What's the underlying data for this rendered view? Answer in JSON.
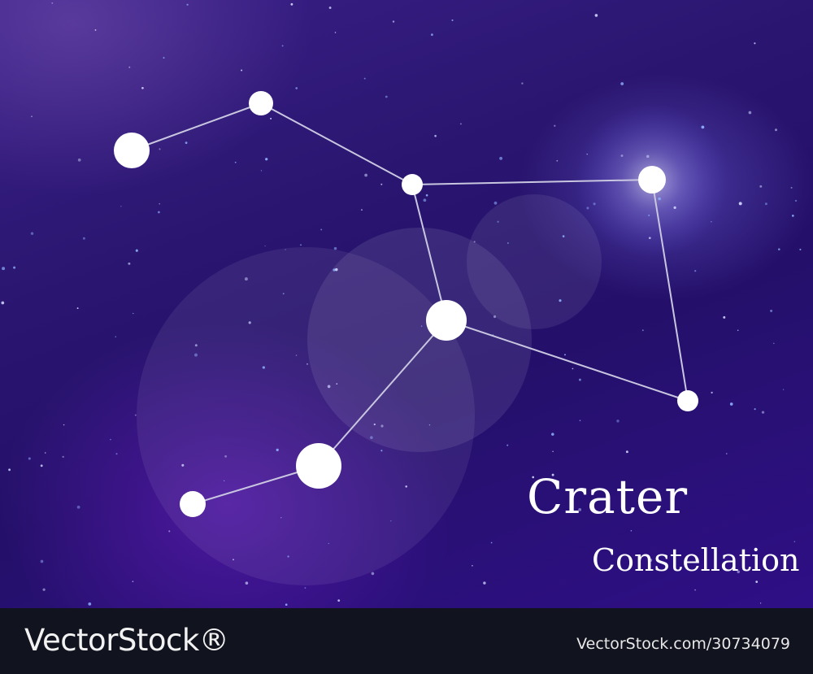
{
  "scene": {
    "title": "Crater",
    "subtitle": "Constellation",
    "line_color": "#c9c6e0",
    "star_color": "#ffffff",
    "sky_colors": [
      "#3a1f88",
      "#24106a",
      "#2f0f86"
    ]
  },
  "watermark": {
    "logo": "VectorStock®",
    "image_id": "VectorStock.com/30734079"
  }
}
